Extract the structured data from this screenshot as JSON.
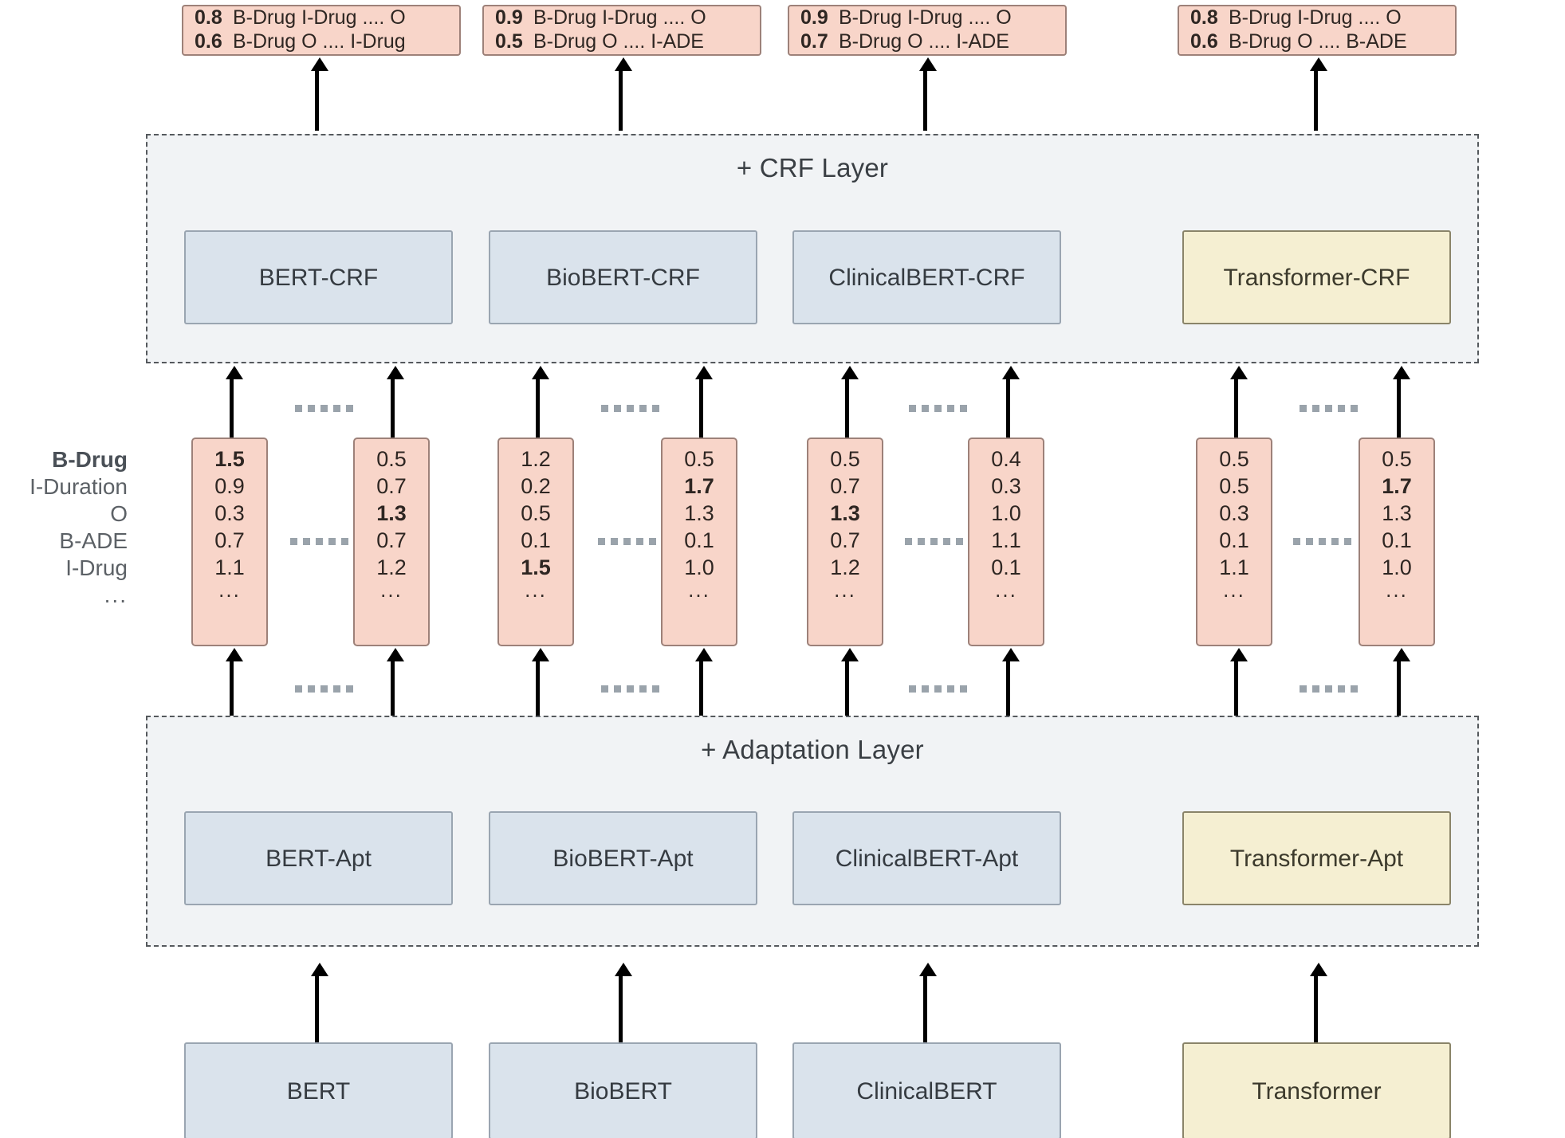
{
  "diagram": {
    "title": "BERT / BioBERT / ClinicalBERT / Transformer with Adaptation and CRF layers",
    "colors": {
      "pink": "#f8d5c9",
      "pink_border": "#9d8179",
      "blue": "#dae3ec",
      "blue_border": "#9aa5b1",
      "yellow": "#f5efd2",
      "yellow_border": "#8a8469",
      "layer_bg": "#f1f3f5",
      "layer_border": "#55595d",
      "arrow": "#000000",
      "dots": "#9aa3ab"
    }
  },
  "predictions": [
    {
      "name": "bert-prediction",
      "rows": [
        {
          "score": "0.8",
          "sequence": "B-Drug I-Drug .... O"
        },
        {
          "score": "0.6",
          "sequence": "B-Drug O .... I-Drug"
        }
      ]
    },
    {
      "name": "biobert-prediction",
      "rows": [
        {
          "score": "0.9",
          "sequence": "B-Drug I-Drug .... O"
        },
        {
          "score": "0.5",
          "sequence": "B-Drug O .... I-ADE"
        }
      ]
    },
    {
      "name": "clinicalbert-prediction",
      "rows": [
        {
          "score": "0.9",
          "sequence": "B-Drug I-Drug .... O"
        },
        {
          "score": "0.7",
          "sequence": "B-Drug O .... I-ADE"
        }
      ]
    },
    {
      "name": "transformer-prediction",
      "rows": [
        {
          "score": "0.8",
          "sequence": "B-Drug I-Drug .... O"
        },
        {
          "score": "0.6",
          "sequence": "B-Drug O .... B-ADE"
        }
      ]
    }
  ],
  "crf_layer": {
    "title": "+ CRF Layer",
    "boxes": [
      {
        "label": "BERT-CRF",
        "style": "blue"
      },
      {
        "label": "BioBERT-CRF",
        "style": "blue"
      },
      {
        "label": "ClinicalBERT-CRF",
        "style": "blue"
      },
      {
        "label": "Transformer-CRF",
        "style": "yellow"
      }
    ]
  },
  "adaptation_layer": {
    "title": "+ Adaptation Layer",
    "boxes": [
      {
        "label": "BERT-Apt",
        "style": "blue"
      },
      {
        "label": "BioBERT-Apt",
        "style": "blue"
      },
      {
        "label": "ClinicalBERT-Apt",
        "style": "blue"
      },
      {
        "label": "Transformer-Apt",
        "style": "yellow"
      }
    ]
  },
  "base_models": [
    {
      "label": "BERT",
      "style": "blue"
    },
    {
      "label": "BioBERT",
      "style": "blue"
    },
    {
      "label": "ClinicalBERT",
      "style": "blue"
    },
    {
      "label": "Transformer",
      "style": "yellow"
    }
  ],
  "tag_labels": [
    {
      "text": "B-Drug",
      "bold": true
    },
    {
      "text": "I-Duration",
      "bold": false
    },
    {
      "text": "O",
      "bold": false
    },
    {
      "text": "B-ADE",
      "bold": false
    },
    {
      "text": "I-Drug",
      "bold": false
    },
    {
      "text": "...",
      "bold": false
    }
  ],
  "score_vectors": [
    {
      "group": "bert",
      "left": {
        "values": [
          "1.5",
          "0.9",
          "0.3",
          "0.7",
          "1.1",
          "..."
        ],
        "bold": [
          true,
          false,
          false,
          false,
          false,
          false
        ]
      },
      "right": {
        "values": [
          "0.5",
          "0.7",
          "1.3",
          "0.7",
          "1.2",
          "..."
        ],
        "bold": [
          false,
          false,
          true,
          false,
          false,
          false
        ]
      }
    },
    {
      "group": "biobert",
      "left": {
        "values": [
          "1.2",
          "0.2",
          "0.5",
          "0.1",
          "1.5",
          "..."
        ],
        "bold": [
          false,
          false,
          false,
          false,
          true,
          false
        ]
      },
      "right": {
        "values": [
          "0.5",
          "1.7",
          "1.3",
          "0.1",
          "1.0",
          "..."
        ],
        "bold": [
          false,
          true,
          false,
          false,
          false,
          false
        ]
      }
    },
    {
      "group": "clinicalbert",
      "left": {
        "values": [
          "0.5",
          "0.7",
          "1.3",
          "0.7",
          "1.2",
          "..."
        ],
        "bold": [
          false,
          false,
          true,
          false,
          false,
          false
        ]
      },
      "right": {
        "values": [
          "0.4",
          "0.3",
          "1.0",
          "1.1",
          "0.1",
          "..."
        ],
        "bold": [
          false,
          false,
          false,
          false,
          false,
          false
        ]
      }
    },
    {
      "group": "transformer",
      "left": {
        "values": [
          "0.5",
          "0.5",
          "0.3",
          "0.1",
          "1.1",
          "..."
        ],
        "bold": [
          false,
          false,
          false,
          false,
          false,
          false
        ]
      },
      "right": {
        "values": [
          "0.5",
          "1.7",
          "1.3",
          "0.1",
          "1.0",
          "..."
        ],
        "bold": [
          false,
          true,
          false,
          false,
          false,
          false
        ]
      }
    }
  ]
}
